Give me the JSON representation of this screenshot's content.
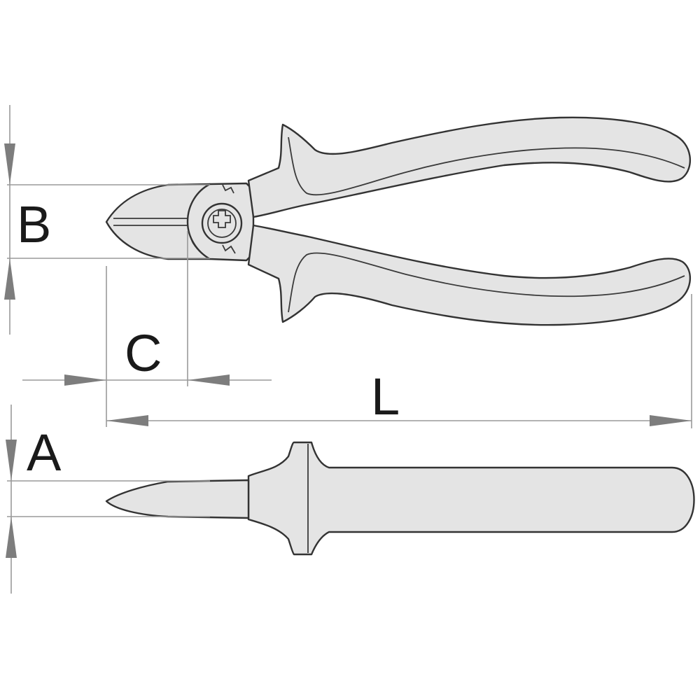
{
  "labels": {
    "A": "A",
    "B": "B",
    "C": "C",
    "L": "L"
  },
  "colors": {
    "fill": "#e4e4e4",
    "outline": "#333333",
    "dimension_line": "#9a9a9a",
    "arrow": "#7d7d7d",
    "label": "#1a1a1a"
  }
}
